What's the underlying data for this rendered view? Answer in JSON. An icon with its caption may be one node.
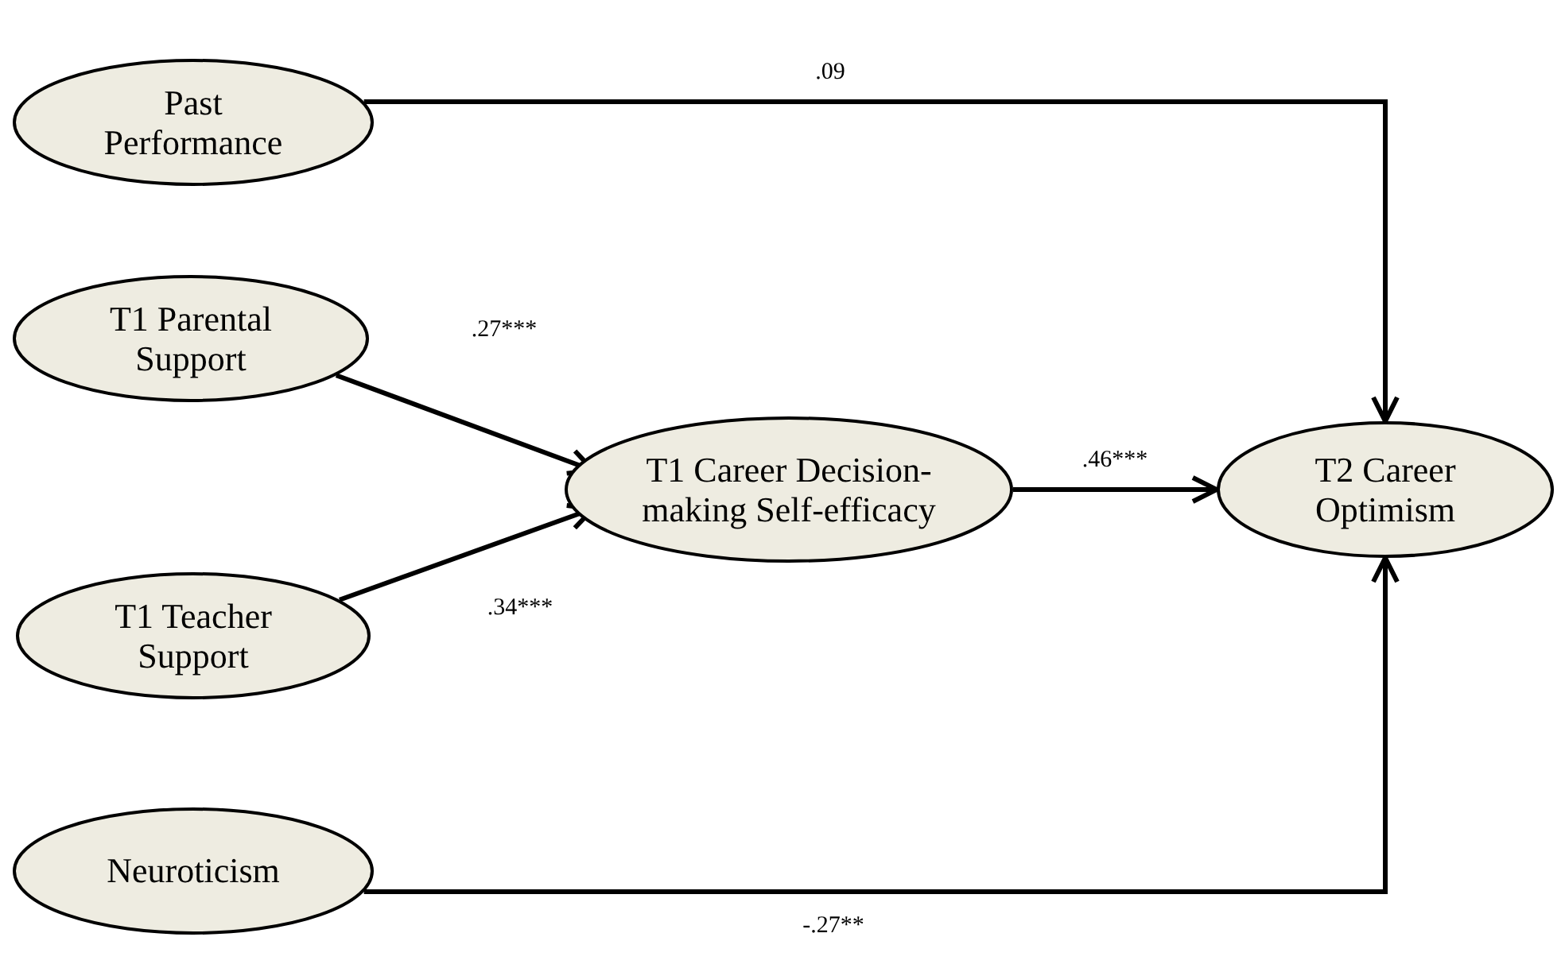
{
  "diagram": {
    "nodes": [
      {
        "text": [
          "Past Performance"
        ]
      },
      {
        "text": [
          "T1 Parental Support"
        ]
      },
      {
        "text": [
          "T1 Teacher Support"
        ]
      },
      {
        "text": [
          "Neuroticism"
        ]
      },
      {
        "text": [
          "T1 Career Decision-making Self-efficacy"
        ]
      },
      {
        "text": [
          "T2 Career Optimism"
        ]
      }
    ],
    "edges": [
      {
        "from": 0,
        "to": 5,
        "arrow": "to",
        "label": ".09"
      },
      {
        "from": 1,
        "to": 4,
        "arrow": "to",
        "label": ".27***"
      },
      {
        "from": 2,
        "to": 4,
        "arrow": "to",
        "label": ".34***"
      },
      {
        "from": 4,
        "to": 5,
        "arrow": "to",
        "label": ".46***"
      },
      {
        "from": 3,
        "to": 5,
        "arrow": "to",
        "label": "-.27**"
      }
    ]
  }
}
